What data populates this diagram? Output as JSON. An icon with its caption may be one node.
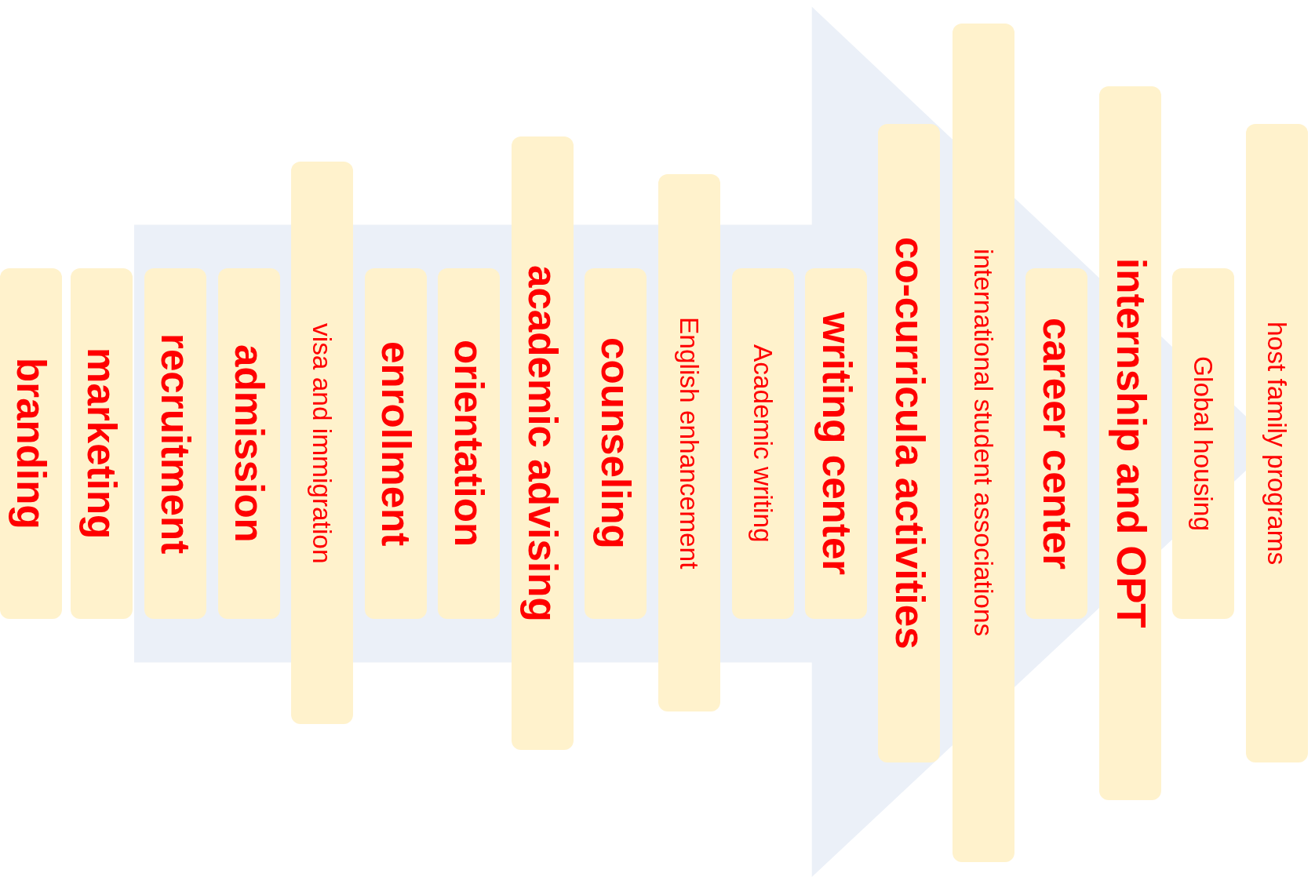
{
  "diagram": {
    "nodes": [
      {
        "text": [
          "branding"
        ]
      },
      {
        "text": [
          "marketing"
        ]
      },
      {
        "text": [
          "recruitment"
        ]
      },
      {
        "text": [
          "admission"
        ]
      },
      {
        "text": [
          "visa and immigration"
        ]
      },
      {
        "text": [
          "enrollment"
        ]
      },
      {
        "text": [
          "orientation"
        ]
      },
      {
        "text": [
          "academic advising"
        ]
      },
      {
        "text": [
          "counseling"
        ]
      },
      {
        "text": [
          "English enhancement"
        ]
      },
      {
        "text": [
          "Academic writing"
        ]
      },
      {
        "text": [
          "writing center"
        ]
      },
      {
        "text": [
          "co-curricula activities"
        ]
      },
      {
        "text": [
          "international student associations"
        ]
      },
      {
        "text": [
          "career center"
        ]
      },
      {
        "text": [
          "internship and OPT"
        ]
      },
      {
        "text": [
          "Global housing"
        ]
      },
      {
        "text": [
          "host family programs"
        ]
      }
    ],
    "edges": [
      {
        "from": 1,
        "to": 17,
        "arrow": "to"
      }
    ]
  }
}
